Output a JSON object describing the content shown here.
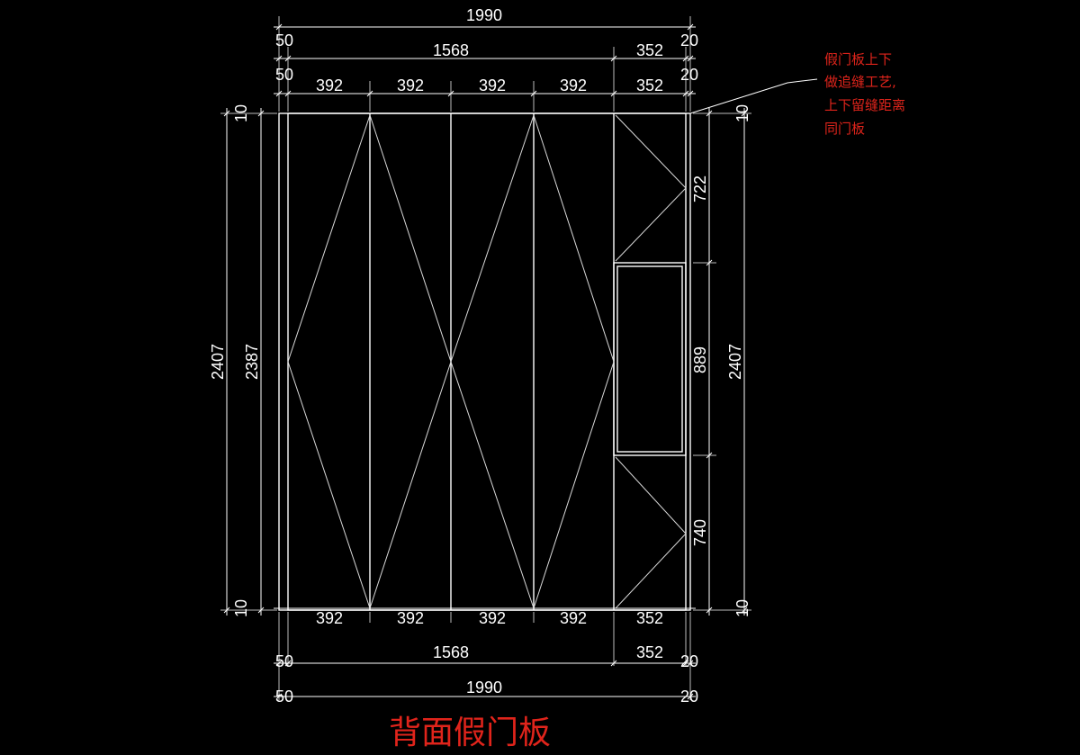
{
  "title": "背面假门板",
  "note": {
    "lines": [
      "假门板上下",
      "做追缝工艺,",
      "上下留缝距离",
      "同门板"
    ]
  },
  "dimensions": {
    "top": {
      "overall": "1990",
      "row2": {
        "left": "50",
        "main": "1568",
        "right_panel": "352",
        "right": "20"
      },
      "row3": {
        "left": "50",
        "p1": "392",
        "p2": "392",
        "p3": "392",
        "p4": "392",
        "right_panel": "352",
        "right": "20"
      }
    },
    "bottom": {
      "row1": {
        "p1": "392",
        "p2": "392",
        "p3": "392",
        "p4": "392",
        "right_panel": "352"
      },
      "row2": {
        "left": "50",
        "main": "1568",
        "right_panel": "352",
        "right": "20"
      },
      "overall": {
        "left": "50",
        "value": "1990",
        "right": "20"
      }
    },
    "left": {
      "outer": "2407",
      "inner": "2387",
      "top_gap": "10",
      "bottom_gap": "10"
    },
    "right": {
      "top_gap": "10",
      "seg_top": "722",
      "seg_middle": "889",
      "seg_bottom": "740",
      "bottom_gap": "10",
      "overall": "2407"
    }
  },
  "colors": {
    "lines": "#ffffff",
    "annotation": "#e0241b",
    "background": "#000000"
  }
}
